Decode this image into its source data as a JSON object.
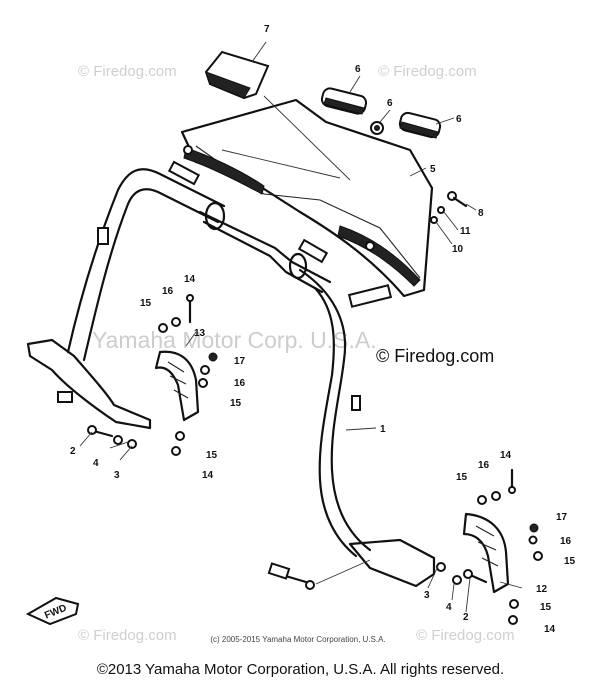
{
  "watermarks": {
    "firedog_tl": "© Firedog.com",
    "firedog_tr": "© Firedog.com",
    "yamaha_center": "Yamaha Motor Corp. U.S.A.",
    "firedog_bl": "© Firedog.com",
    "firedog_br": "© Firedog.com"
  },
  "firedog_label": "© Firedog.com",
  "inner_copyright": "(c) 2005-2015 Yamaha Motor Corporation, U.S.A.",
  "direction_tag": "FWD",
  "footer": "©2013 Yamaha Motor Corporation, U.S.A. All rights reserved.",
  "callouts": {
    "c1": "1",
    "c2a": "2",
    "c2b": "2",
    "c3a": "3",
    "c3b": "3",
    "c4a": "4",
    "c4b": "4",
    "c5": "5",
    "c6a": "6",
    "c6b": "6",
    "c6c": "6",
    "c7": "7",
    "c8": "8",
    "c10": "10",
    "c11": "11",
    "c12": "12",
    "c13": "13",
    "c14a": "14",
    "c14b": "14",
    "c14c": "14",
    "c14d": "14",
    "c15a": "15",
    "c15b": "15",
    "c15c": "15",
    "c15d": "15",
    "c15e": "15",
    "c15f": "15",
    "c16a": "16",
    "c16b": "16",
    "c16c": "16",
    "c16d": "16",
    "c17a": "17",
    "c17b": "17"
  }
}
